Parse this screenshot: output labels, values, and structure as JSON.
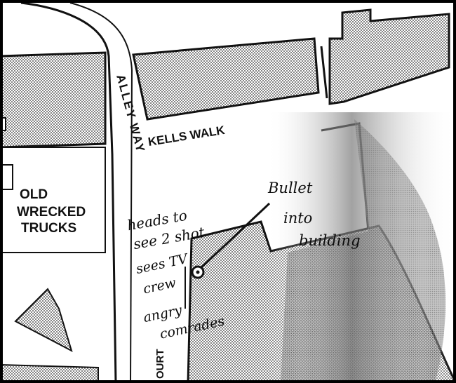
{
  "labels": {
    "alley_way": "ALLEY WAY",
    "kells_walk": "KELLS WALK",
    "old_wrecked_trucks": [
      "OLD",
      "WRECKED",
      "TRUCKS"
    ],
    "court_fragment": "OURT"
  },
  "handwritten": {
    "bullet_note": [
      "Bullet",
      "into",
      "building"
    ],
    "heads_note": [
      "heads to",
      "see 2 shot"
    ],
    "sees_note": [
      "sees TV",
      "crew"
    ],
    "angry_note": [
      "angry",
      "comrades"
    ]
  },
  "colors": {
    "ink": "#111111",
    "paper": "#ffffff",
    "stipple": "#6a6a6a"
  }
}
